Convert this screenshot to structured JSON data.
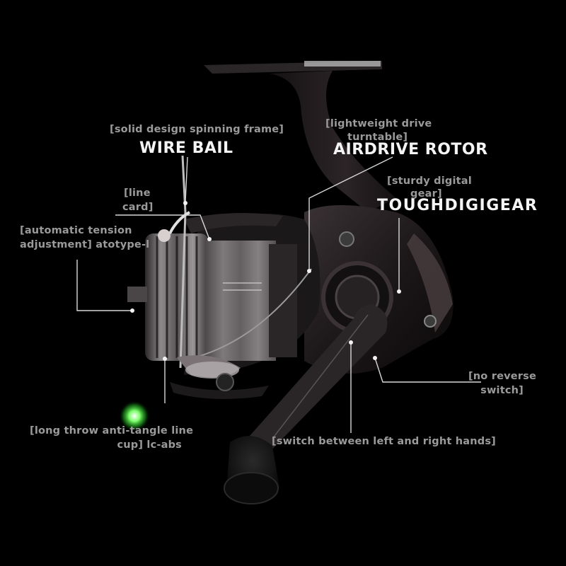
{
  "product": "spinning fishing reel",
  "colors": {
    "background": "#000000",
    "title_text": "#f4f4f4",
    "subtitle_text": "#9a9a9a",
    "leader_line": "#d8d8d8",
    "reel_body": "#1a1718",
    "spool": "#6e6a6c",
    "led_glow": "#3cff3c"
  },
  "callouts": {
    "wire_bail": {
      "subtitle": "[solid design spinning frame]",
      "title": "WIRE BAIL"
    },
    "airdrive_rotor": {
      "subtitle_line1": "[lightweight drive",
      "subtitle_line2": "turntable]",
      "title": "AIRDRIVE ROTOR"
    },
    "tough_digigear": {
      "subtitle_line1": "[sturdy digital",
      "subtitle_line2": "gear]",
      "title": "TOUGHDIGIGEAR"
    },
    "line_card": {
      "line1": "[line",
      "line2": "card]"
    },
    "tension": {
      "line1": "[automatic tension",
      "line2": "adjustment] atotype-l"
    },
    "no_reverse": {
      "line1": "[no reverse",
      "line2": "switch]"
    },
    "line_cup": {
      "line1": "[long throw anti-tangle line",
      "line2": "cup] lc-abs"
    },
    "hand_switch": {
      "text": "[switch between left and right hands]"
    }
  }
}
